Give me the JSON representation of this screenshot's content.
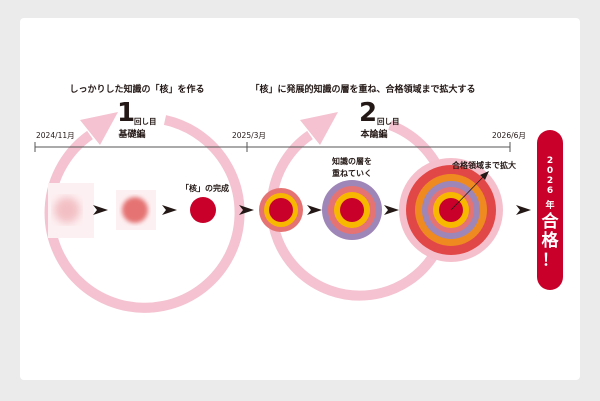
{
  "phase1": {
    "heading": "しっかりした知識の「核」を作る",
    "number": "1",
    "round": "回し目",
    "name": "基礎編"
  },
  "phase2": {
    "heading": "「核」に発展的知識の層を重ね、合格領域まで拡大する",
    "number": "2",
    "round": "回し目",
    "name": "本論編"
  },
  "timeline": {
    "start": "2024/11月",
    "mid": "2025/3月",
    "end": "2026/6月"
  },
  "labels": {
    "core_complete": "「核」の完成",
    "layer_line1": "知識の層を",
    "layer_line2": "重ねていく",
    "expand": "合格領域まで拡大"
  },
  "goal": {
    "year": "2026",
    "year_unit": "年",
    "pass": "合格",
    "exclaim": "！"
  },
  "colors": {
    "ring": "#f4c2d0",
    "core": "#c8002a",
    "yellow": "#f9b800",
    "pink": "#e57373",
    "purple": "#9e86b8",
    "orange": "#ef8a20",
    "outer_red": "#e04040"
  }
}
